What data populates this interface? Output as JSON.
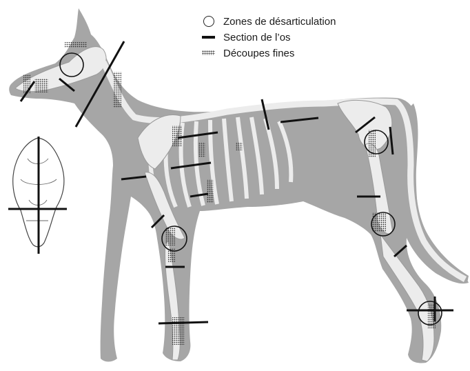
{
  "legend": {
    "disarticulation": "Zones de désarticulation",
    "bone_section": "Section de l’os",
    "fine_cuts": "Découpes fines"
  },
  "colors": {
    "silhouette": "#a6a6a6",
    "bone_fill": "#ececec",
    "bone_stroke": "#9a9a9a",
    "mark": "#111111"
  },
  "icons": {
    "disarticulation": "circle-outline",
    "bone_section": "bold-line",
    "fine_cuts": "dotted-bar"
  }
}
